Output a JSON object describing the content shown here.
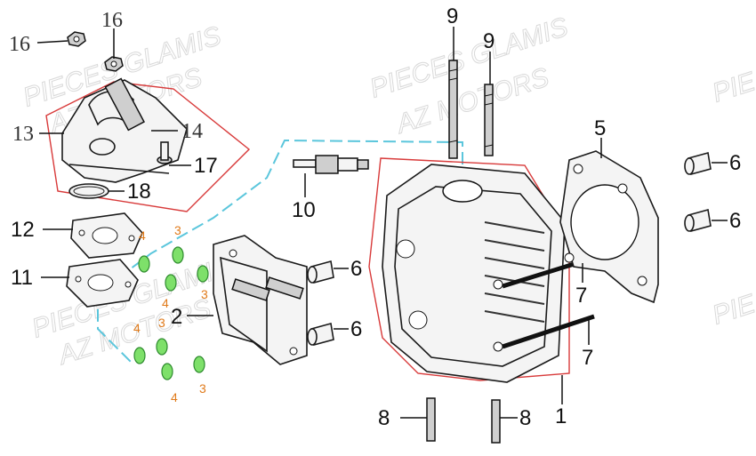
{
  "watermarks": [
    {
      "text": "PIECES GLAMIS"
    },
    {
      "text": "AZ MOTORS"
    },
    {
      "text": "PIECES GLAMIS"
    },
    {
      "text": "AZ MOTORS"
    },
    {
      "text": "PIECES GLAMIS"
    },
    {
      "text": "AZ MOTORS"
    },
    {
      "text": "PIE"
    },
    {
      "text": "PIE"
    }
  ],
  "callouts": {
    "c16a": "16",
    "c16b": "16",
    "c13": "13",
    "c14": "14",
    "c17": "17",
    "c18": "18",
    "c12": "12",
    "c11": "11",
    "c2": "2",
    "c9a": "9",
    "c9b": "9",
    "c10": "10",
    "c5": "5",
    "c6a": "6",
    "c6b": "6",
    "c6c": "6",
    "c6d": "6",
    "c7a": "7",
    "c7b": "7",
    "c8a": "8",
    "c8b": "8",
    "c1": "1",
    "c3a": "3",
    "c3b": "3",
    "c3c": "3",
    "c3d": "3",
    "c4a": "4",
    "c4b": "4",
    "c4c": "4",
    "c4d": "4"
  },
  "colors": {
    "highlight_red": "#d83a3a",
    "highlight_blue": "#5bc6dc",
    "washer_green": "#7ee06a",
    "small_label_orange": "#e07a1a"
  }
}
